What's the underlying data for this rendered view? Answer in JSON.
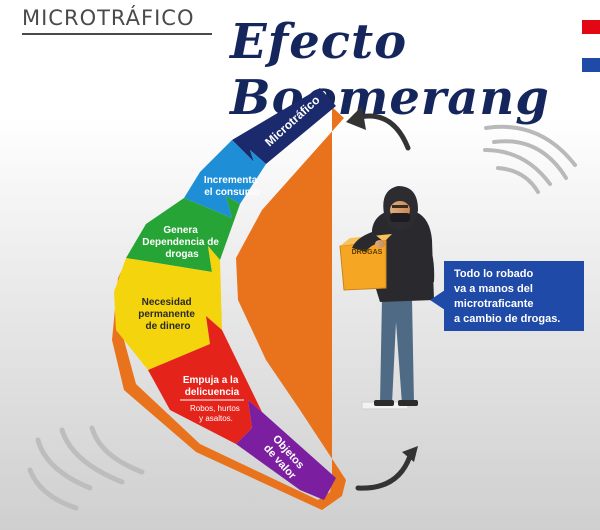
{
  "header": {
    "kicker": "MICROTRÁFICO",
    "title": "Efecto Boomerang"
  },
  "boomerang": {
    "segments": [
      {
        "lines": [
          "Microtráfico"
        ],
        "color": "#1a2a6c"
      },
      {
        "lines": [
          "Incrementa",
          "el consumo"
        ],
        "color": "#1e8fd6"
      },
      {
        "lines": [
          "Genera",
          "Dependencia de",
          "drogas"
        ],
        "color": "#27a436"
      },
      {
        "lines": [
          "Necesidad",
          "permanente",
          "de dinero"
        ],
        "color": "#f4d40c"
      },
      {
        "lines": [
          "Empuja a la",
          "delicuencia"
        ],
        "sub": [
          "Robos, hurtos",
          "y asaltos."
        ],
        "color": "#e4231b"
      },
      {
        "lines": [
          "Objetos",
          "de valor"
        ],
        "color": "#7b1fa0"
      }
    ]
  },
  "figure": {
    "box_label": "DROGAS"
  },
  "callout": {
    "lines": [
      "Todo lo robado",
      "va a manos del",
      "microtraficante",
      "a cambio de drogas."
    ]
  },
  "colors": {
    "navy": "#14265c",
    "blue": "#1f4aa8",
    "red": "#e30613",
    "orange_edge": "#e8731c"
  }
}
